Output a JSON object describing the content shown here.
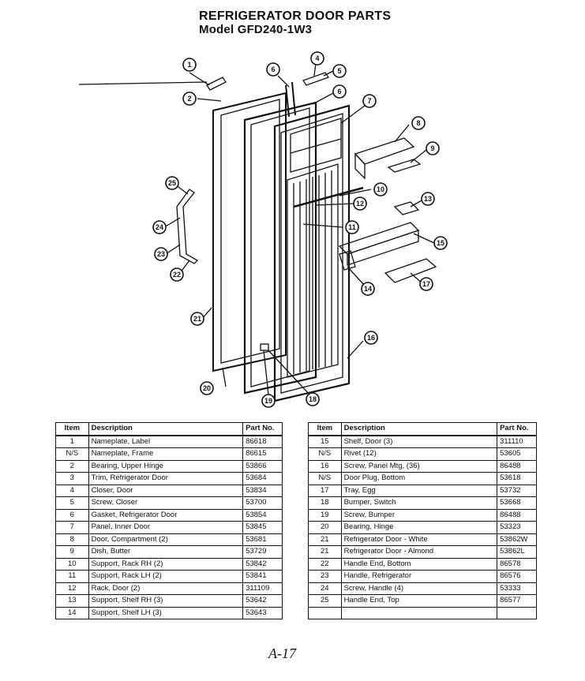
{
  "title": {
    "line1": "REFRIGERATOR DOOR PARTS",
    "line2": "Model GFD240-1W3"
  },
  "callouts": [
    "1",
    "2",
    "4",
    "5",
    "6",
    "6",
    "7",
    "8",
    "9",
    "10",
    "11",
    "12",
    "13",
    "15",
    "14",
    "17",
    "16",
    "18",
    "19",
    "20",
    "21",
    "22",
    "23",
    "24",
    "25"
  ],
  "table_headers": {
    "item": "Item",
    "description": "Description",
    "part_no": "Part No."
  },
  "left_table": [
    {
      "item": "1",
      "description": "Nameplate, Label",
      "part_no": "86618"
    },
    {
      "item": "N/S",
      "description": "Nameplate, Frame",
      "part_no": "86615"
    },
    {
      "item": "2",
      "description": "Bearing, Upper Hinge",
      "part_no": "53866"
    },
    {
      "item": "3",
      "description": "Trim, Refrigerator Door",
      "part_no": "53684"
    },
    {
      "item": "4",
      "description": "Closer, Door",
      "part_no": "53834"
    },
    {
      "item": "5",
      "description": "Screw, Closer",
      "part_no": "53700"
    },
    {
      "item": "6",
      "description": "Gasket, Refrigerator Door",
      "part_no": "53854"
    },
    {
      "item": "7",
      "description": "Panel, Inner Door",
      "part_no": "53845"
    },
    {
      "item": "8",
      "description": "Door, Compartment (2)",
      "part_no": "53681"
    },
    {
      "item": "9",
      "description": "Dish, Butter",
      "part_no": "53729"
    },
    {
      "item": "10",
      "description": "Support, Rack RH (2)",
      "part_no": "53842"
    },
    {
      "item": "11",
      "description": "Support, Rack LH (2)",
      "part_no": "53841"
    },
    {
      "item": "12",
      "description": "Rack, Door (2)",
      "part_no": "311109"
    },
    {
      "item": "13",
      "description": "Support, Shelf RH (3)",
      "part_no": "53642"
    },
    {
      "item": "14",
      "description": "Support, Shelf LH (3)",
      "part_no": "53643"
    }
  ],
  "right_table": [
    {
      "item": "15",
      "description": "Shelf, Door (3)",
      "part_no": "311110"
    },
    {
      "item": "N/S",
      "description": "Rivet (12)",
      "part_no": "53605"
    },
    {
      "item": "16",
      "description": "Screw, Panel Mtg. (36)",
      "part_no": "86488"
    },
    {
      "item": "N/S",
      "description": "Door Plug, Bottom",
      "part_no": "53618"
    },
    {
      "item": "17",
      "description": "Tray, Egg",
      "part_no": "53732"
    },
    {
      "item": "18",
      "description": "Bumper, Switch",
      "part_no": "53668"
    },
    {
      "item": "19",
      "description": "Screw, Bumper",
      "part_no": "86488"
    },
    {
      "item": "20",
      "description": "Bearing, Hinge",
      "part_no": "53323"
    },
    {
      "item": "21",
      "description": "Refrigerator Door - White",
      "part_no": "53862W"
    },
    {
      "item": "21",
      "description": "Refrigerator Door - Almond",
      "part_no": "53862L"
    },
    {
      "item": "22",
      "description": "Handle End, Bottom",
      "part_no": "86578"
    },
    {
      "item": "23",
      "description": "Handle, Refrigerator",
      "part_no": "86576"
    },
    {
      "item": "24",
      "description": "Screw, Handle (4)",
      "part_no": "53333"
    },
    {
      "item": "25",
      "description": "Handle End, Top",
      "part_no": "86577"
    },
    {
      "item": "",
      "description": "",
      "part_no": ""
    }
  ],
  "footer_mark": "A-17"
}
